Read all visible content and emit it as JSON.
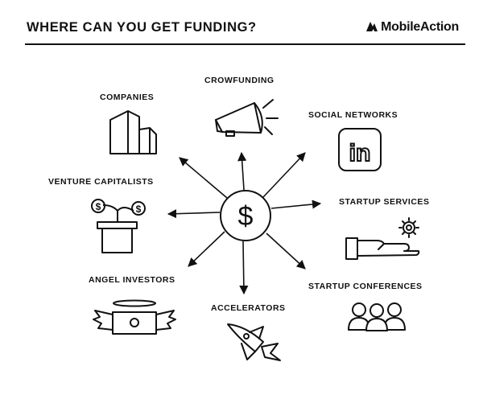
{
  "header": {
    "title": "WHERE CAN YOU GET FUNDING?",
    "brand": "MobileAction"
  },
  "center": {
    "symbol": "$"
  },
  "sources": {
    "crowdfunding": "CROWFUNDING",
    "companies": "COMPANIES",
    "social_networks": "SOCIAL NETWORKS",
    "venture_capitalists": "VENTURE CAPITALISTS",
    "startup_services": "STARTUP SERVICES",
    "angel_investors": "ANGEL INVESTORS",
    "startup_conferences": "STARTUP CONFERENCES",
    "accelerators": "ACCELERATORS"
  },
  "icons": {
    "linkedin_text": "in",
    "vc_coin_symbol": "$",
    "angel_bill_symbol": "o"
  },
  "colors": {
    "ink": "#111111",
    "background": "#ffffff"
  }
}
